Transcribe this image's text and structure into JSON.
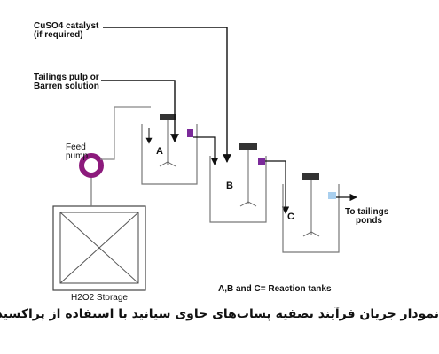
{
  "labels": {
    "catalyst_line1": "CuSO4 catalyst",
    "catalyst_line2": "(if required)",
    "pulp_line1": "Tailings pulp or",
    "pulp_line2": "Barren solution",
    "feed_line1": "Feed",
    "feed_line2": "pump",
    "storage": "H2O2 Storage",
    "tank_a": "A",
    "tank_b": "B",
    "tank_c": "C",
    "outlet_line1": "To tailings",
    "outlet_line2": "ponds",
    "legend": "A,B and C= Reaction tanks"
  },
  "caption": "نمودار جریان فرآیند تصفیه پساب‌های حاوی سیانید با استفاده از پراکسید هیدروژن",
  "colors": {
    "line": "#111111",
    "pump": "#8c1a7c",
    "valve_purple": "#7b2a9a",
    "valve_blue": "#a9cfee",
    "tank_lid": "#333333",
    "tank_wall": "#777777"
  }
}
